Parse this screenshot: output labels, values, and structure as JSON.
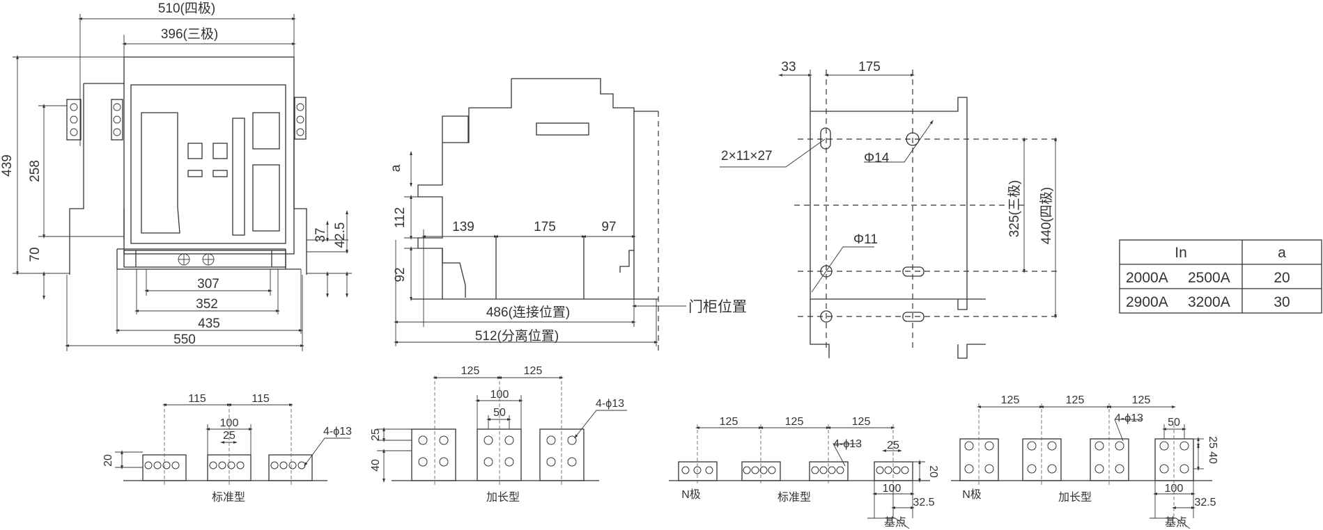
{
  "front_view": {
    "dims": {
      "width_four_pole": "510(四极)",
      "width_three_pole": "396(三极)",
      "height_total": "439",
      "height_upper": "258",
      "height_lower": "70",
      "gap_37": "37",
      "gap_42_5": "42.5",
      "base_307": "307",
      "base_352": "352",
      "base_435": "435",
      "base_550": "550"
    }
  },
  "side_view": {
    "dims": {
      "a": "a",
      "d112": "112",
      "d92": "92",
      "d139": "139",
      "d175": "175",
      "d97": "97",
      "connect_position": "486(连接位置)",
      "separate_position": "512(分离位置)"
    },
    "door_label": "门柜位置"
  },
  "mounting_view": {
    "dims": {
      "d33": "33",
      "d175": "175",
      "slot": "2×11×27",
      "phi14": "Φ14",
      "phi11": "Φ11",
      "three_pole": "325(三极)",
      "four_pole": "440(四极)"
    }
  },
  "table": {
    "headers": [
      "In",
      "a"
    ],
    "rows": [
      {
        "currents": [
          "2000A",
          "2500A"
        ],
        "a": "20"
      },
      {
        "currents": [
          "2900A",
          "3200A"
        ],
        "a": "30"
      }
    ]
  },
  "terminals": {
    "group1": {
      "label": "标准型",
      "d115a": "115",
      "d115b": "115",
      "d100": "100",
      "d25": "25",
      "d20": "20",
      "holes": "4-ϕ13"
    },
    "group2": {
      "label": "加长型",
      "d125a": "125",
      "d125b": "125",
      "d100": "100",
      "d50": "50",
      "d25": "25",
      "d40": "40",
      "holes": "4-ϕ13"
    },
    "group3": {
      "n_pole": "N极",
      "label": "标准型",
      "d125a": "125",
      "d125b": "125",
      "d125c": "125",
      "d25": "25",
      "d20": "20",
      "d100": "100",
      "d32_5": "32.5",
      "holes": "4-ϕ13",
      "base_point": "基点"
    },
    "group4": {
      "n_pole": "N极",
      "label": "加长型",
      "d125a": "125",
      "d125b": "125",
      "d125c": "125",
      "d50": "50",
      "d25": "25",
      "d40": "40",
      "d100": "100",
      "d32_5": "32.5",
      "holes": "4-ϕ13",
      "base_point": "基点"
    }
  }
}
